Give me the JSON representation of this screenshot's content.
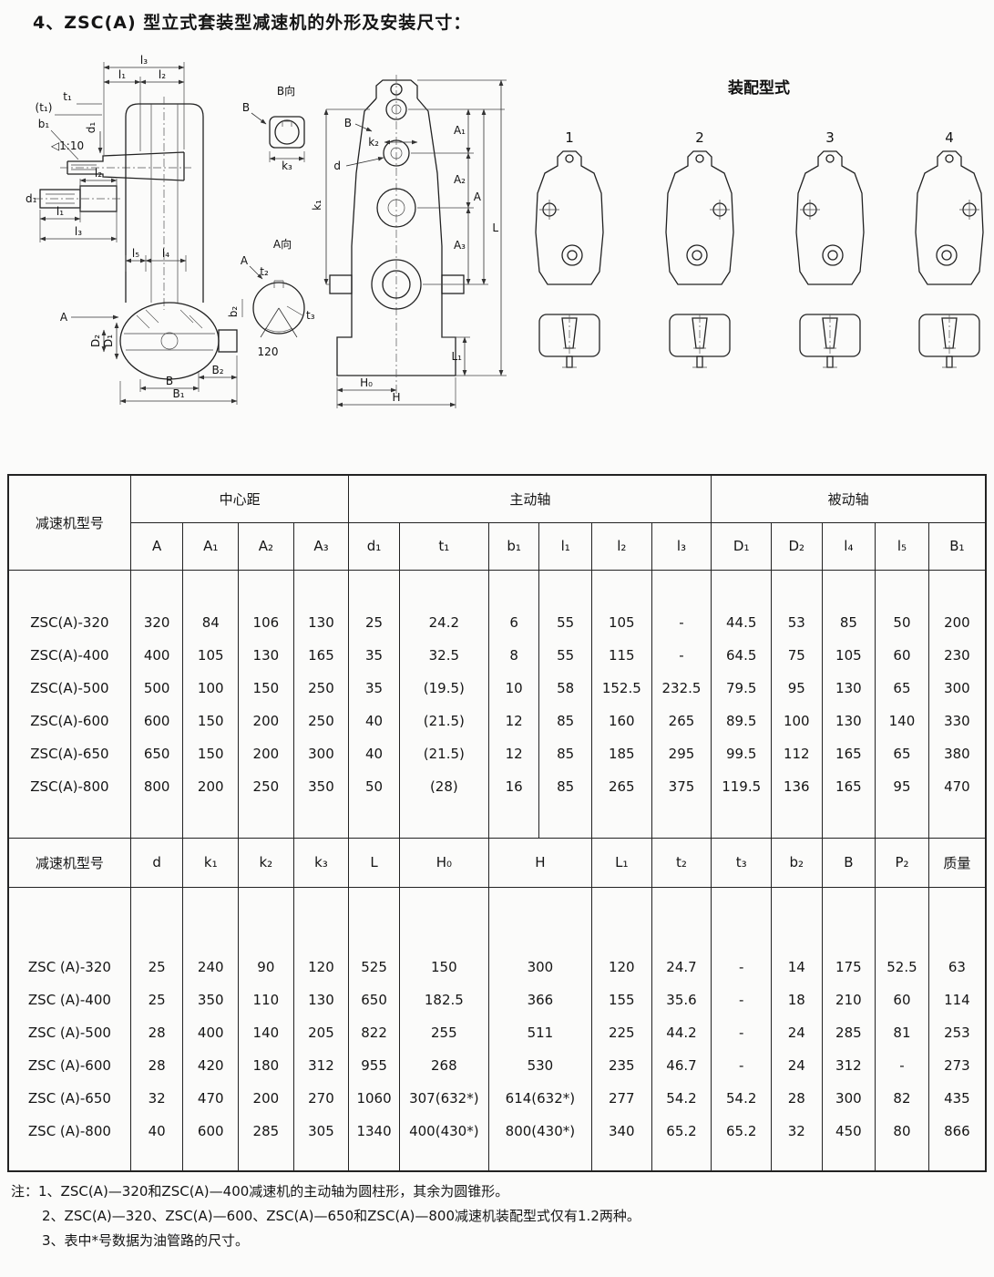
{
  "page": {
    "title": "4、ZSC(A) 型立式套装型减速机的外形及安装尺寸："
  },
  "drawing": {
    "assembly": {
      "title": "装配型式",
      "types": [
        "1",
        "2",
        "3",
        "4"
      ]
    },
    "labels": {
      "l3_top": "l₃",
      "l1_top": "l₁",
      "l2_top": "l₂",
      "t1": "t₁",
      "t1_paren": "(t₁)",
      "d1_top": "d₁",
      "b1": "b₁",
      "taper": "◁1:10",
      "d1_side": "d₁",
      "l2_side": "l₂",
      "l1_side": "l₁",
      "l3_side": "l₃",
      "l5": "l₅",
      "l4": "l₄",
      "A_view_arrow": "A",
      "D2": "D₂",
      "D1": "D₁",
      "B_bottom": "B",
      "B2": "B₂",
      "B1": "B₁",
      "view_b": "B向",
      "B_letter": "B",
      "k3": "k₃",
      "view_a": "A向",
      "A_letter": "A",
      "t2": "t₂",
      "b2": "b₂",
      "t3": "t₃",
      "angle_120": "120",
      "B_top": "B",
      "k2": "k₂",
      "d": "d",
      "k1": "k₁",
      "A1": "A₁",
      "A2": "A₂",
      "A3": "A₃",
      "A": "A",
      "L": "L",
      "L1": "L₁",
      "H0": "H₀",
      "H": "H"
    }
  },
  "table": {
    "section1": {
      "model_header": "减速机型号",
      "groups": [
        "中心距",
        "主动轴",
        "被动轴"
      ],
      "columns": [
        "A",
        "A₁",
        "A₂",
        "A₃",
        "d₁",
        "t₁",
        "b₁",
        "l₁",
        "l₂",
        "l₃",
        "D₁",
        "D₂",
        "l₄",
        "l₅",
        "B₁"
      ],
      "rows": [
        [
          "ZSC(A)-320",
          "320",
          "84",
          "106",
          "130",
          "25",
          "24.2",
          "6",
          "55",
          "105",
          "-",
          "44.5",
          "53",
          "85",
          "50",
          "200"
        ],
        [
          "ZSC(A)-400",
          "400",
          "105",
          "130",
          "165",
          "35",
          "32.5",
          "8",
          "55",
          "115",
          "-",
          "64.5",
          "75",
          "105",
          "60",
          "230"
        ],
        [
          "ZSC(A)-500",
          "500",
          "100",
          "150",
          "250",
          "35",
          "(19.5)",
          "10",
          "58",
          "152.5",
          "232.5",
          "79.5",
          "95",
          "130",
          "65",
          "300"
        ],
        [
          "ZSC(A)-600",
          "600",
          "150",
          "200",
          "250",
          "40",
          "(21.5)",
          "12",
          "85",
          "160",
          "265",
          "89.5",
          "100",
          "130",
          "140",
          "330"
        ],
        [
          "ZSC(A)-650",
          "650",
          "150",
          "200",
          "300",
          "40",
          "(21.5)",
          "12",
          "85",
          "185",
          "295",
          "99.5",
          "112",
          "165",
          "65",
          "380"
        ],
        [
          "ZSC(A)-800",
          "800",
          "200",
          "250",
          "350",
          "50",
          "(28)",
          "16",
          "85",
          "265",
          "375",
          "119.5",
          "136",
          "165",
          "95",
          "470"
        ]
      ]
    },
    "section2": {
      "model_header": "减速机型号",
      "columns": [
        "d",
        "k₁",
        "k₂",
        "k₃",
        "L",
        "H₀",
        "H",
        "L₁",
        "t₂",
        "t₃",
        "b₂",
        "B",
        "P₂",
        "质量"
      ],
      "rows": [
        [
          "ZSC (A)-320",
          "25",
          "240",
          "90",
          "120",
          "525",
          "150",
          "300",
          "120",
          "24.7",
          "-",
          "14",
          "175",
          "52.5",
          "63"
        ],
        [
          "ZSC (A)-400",
          "25",
          "350",
          "110",
          "130",
          "650",
          "182.5",
          "366",
          "155",
          "35.6",
          "-",
          "18",
          "210",
          "60",
          "114"
        ],
        [
          "ZSC (A)-500",
          "28",
          "400",
          "140",
          "205",
          "822",
          "255",
          "511",
          "225",
          "44.2",
          "-",
          "24",
          "285",
          "81",
          "253"
        ],
        [
          "ZSC (A)-600",
          "28",
          "420",
          "180",
          "312",
          "955",
          "268",
          "530",
          "235",
          "46.7",
          "-",
          "24",
          "312",
          "-",
          "273"
        ],
        [
          "ZSC (A)-650",
          "32",
          "470",
          "200",
          "270",
          "1060",
          "307(632*)",
          "614(632*)",
          "277",
          "54.2",
          "54.2",
          "28",
          "300",
          "82",
          "435"
        ],
        [
          "ZSC (A)-800",
          "40",
          "600",
          "285",
          "305",
          "1340",
          "400(430*)",
          "800(430*)",
          "340",
          "65.2",
          "65.2",
          "32",
          "450",
          "80",
          "866"
        ]
      ]
    }
  },
  "notes": {
    "prefix": "注：",
    "items": [
      "1、ZSC(A)—320和ZSC(A)—400减速机的主动轴为圆柱形，其余为圆锥形。",
      "2、ZSC(A)—320、ZSC(A)—600、ZSC(A)—650和ZSC(A)—800减速机装配型式仅有1.2两种。",
      "3、表中*号数据为油管路的尺寸。"
    ]
  }
}
